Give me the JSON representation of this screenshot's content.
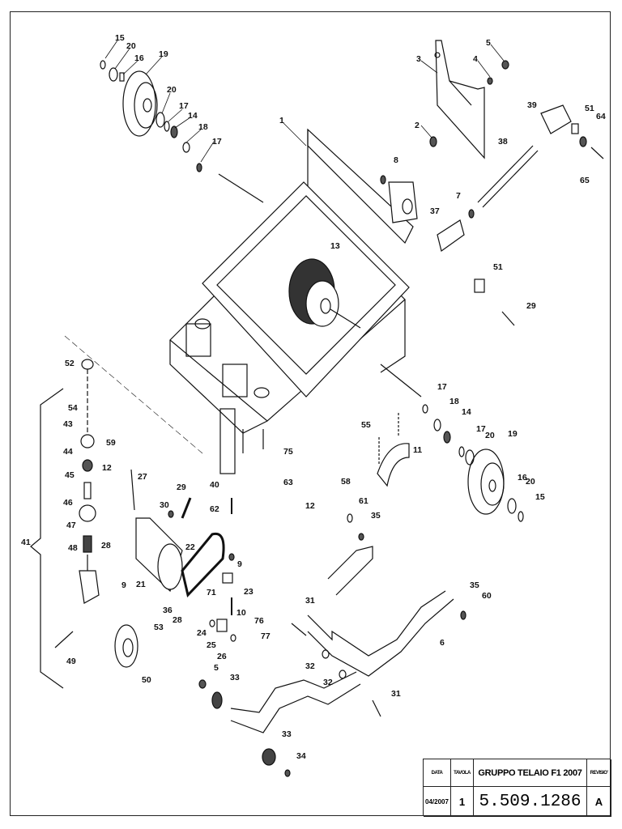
{
  "title_block": {
    "date_header": "DATA",
    "sheet_header": "TAVOLA",
    "title": "GRUPPO TELAIO  F1 2007",
    "revision_header": "REVISIO'",
    "date": "04/2007",
    "sheet_number": "1",
    "drawing_code": "5.509.1286",
    "revision": "A"
  },
  "labels": {
    "p1": "1",
    "p2": "2",
    "p3": "3",
    "p4": "4",
    "p5": "5",
    "p6": "6",
    "p7": "7",
    "p8": "8",
    "p9a": "9",
    "p9b": "9",
    "p10": "10",
    "p11": "11",
    "p12a": "12",
    "p12b": "12",
    "p13": "13",
    "p14a": "14",
    "p14b": "14",
    "p15a": "15",
    "p15b": "15",
    "p16a": "16",
    "p16b": "16",
    "p17a": "17",
    "p17b": "17",
    "p17c": "17",
    "p17d": "17",
    "p18a": "18",
    "p18b": "18",
    "p19a": "19",
    "p19b": "19",
    "p20a": "20",
    "p20b": "20",
    "p20c": "20",
    "p20d": "20",
    "p21": "21",
    "p22": "22",
    "p23": "23",
    "p24": "24",
    "p25": "25",
    "p26": "26",
    "p27": "27",
    "p28a": "28",
    "p28b": "28",
    "p29a": "29",
    "p29b": "29",
    "p30": "30",
    "p31a": "31",
    "p31b": "31",
    "p32a": "32",
    "p32b": "32",
    "p33a": "33",
    "p33b": "33",
    "p34": "34",
    "p35a": "35",
    "p35b": "35",
    "p36": "36",
    "p37": "37",
    "p38": "38",
    "p39": "39",
    "p40": "40",
    "p41": "41",
    "p43": "43",
    "p44": "44",
    "p45": "45",
    "p46": "46",
    "p47": "47",
    "p48": "48",
    "p49": "49",
    "p50": "50",
    "p51a": "51",
    "p51b": "51",
    "p52": "52",
    "p53": "53",
    "p54": "54",
    "p55": "55",
    "p58": "58",
    "p59": "59",
    "p60": "60",
    "p61": "61",
    "p62": "62",
    "p63": "63",
    "p64": "64",
    "p65": "65",
    "p71": "71",
    "p75": "75",
    "p76": "76",
    "p77": "77",
    "p5b": "5"
  }
}
